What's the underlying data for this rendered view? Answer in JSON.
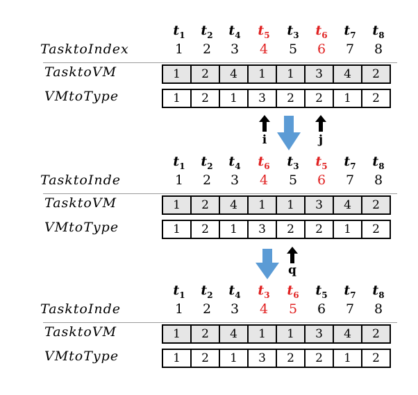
{
  "blocks": [
    {
      "tasks": [
        {
          "name": "t",
          "sub": "1",
          "red": false
        },
        {
          "name": "t",
          "sub": "2",
          "red": false
        },
        {
          "name": "t",
          "sub": "4",
          "red": false
        },
        {
          "name": "t",
          "sub": "5",
          "red": true
        },
        {
          "name": "t",
          "sub": "3",
          "red": false
        },
        {
          "name": "t",
          "sub": "6",
          "red": true
        },
        {
          "name": "t",
          "sub": "7",
          "red": false
        },
        {
          "name": "t",
          "sub": "8",
          "red": false
        }
      ],
      "index_label": "TasktoIndex",
      "indices": [
        {
          "v": "1",
          "red": false
        },
        {
          "v": "2",
          "red": false
        },
        {
          "v": "3",
          "red": false
        },
        {
          "v": "4",
          "red": true
        },
        {
          "v": "5",
          "red": false
        },
        {
          "v": "6",
          "red": true
        },
        {
          "v": "7",
          "red": false
        },
        {
          "v": "8",
          "red": false
        }
      ],
      "vm_label": "TasktoVM",
      "vm": [
        "1",
        "2",
        "4",
        "1",
        "1",
        "3",
        "4",
        "2"
      ],
      "type_label": "VMtoType",
      "type": [
        "1",
        "2",
        "1",
        "3",
        "2",
        "2",
        "1",
        "2"
      ]
    },
    {
      "tasks": [
        {
          "name": "t",
          "sub": "1",
          "red": false
        },
        {
          "name": "t",
          "sub": "2",
          "red": false
        },
        {
          "name": "t",
          "sub": "4",
          "red": false
        },
        {
          "name": "t",
          "sub": "6",
          "red": true
        },
        {
          "name": "t",
          "sub": "3",
          "red": false
        },
        {
          "name": "t",
          "sub": "5",
          "red": true
        },
        {
          "name": "t",
          "sub": "7",
          "red": false
        },
        {
          "name": "t",
          "sub": "8",
          "red": false
        }
      ],
      "index_label": "TasktoInde",
      "indices": [
        {
          "v": "1",
          "red": false
        },
        {
          "v": "2",
          "red": false
        },
        {
          "v": "3",
          "red": false
        },
        {
          "v": "4",
          "red": true
        },
        {
          "v": "5",
          "red": false
        },
        {
          "v": "6",
          "red": true
        },
        {
          "v": "7",
          "red": false
        },
        {
          "v": "8",
          "red": false
        }
      ],
      "vm_label": "TasktoVM",
      "vm": [
        "1",
        "2",
        "4",
        "1",
        "1",
        "3",
        "4",
        "2"
      ],
      "type_label": "VMtoType",
      "type": [
        "1",
        "2",
        "1",
        "3",
        "2",
        "2",
        "1",
        "2"
      ]
    },
    {
      "tasks": [
        {
          "name": "t",
          "sub": "1",
          "red": false
        },
        {
          "name": "t",
          "sub": "2",
          "red": false
        },
        {
          "name": "t",
          "sub": "4",
          "red": false
        },
        {
          "name": "t",
          "sub": "3",
          "red": true
        },
        {
          "name": "t",
          "sub": "6",
          "red": true
        },
        {
          "name": "t",
          "sub": "5",
          "red": false
        },
        {
          "name": "t",
          "sub": "7",
          "red": false
        },
        {
          "name": "t",
          "sub": "8",
          "red": false
        }
      ],
      "index_label": "TasktoInde",
      "indices": [
        {
          "v": "1",
          "red": false
        },
        {
          "v": "2",
          "red": false
        },
        {
          "v": "3",
          "red": false
        },
        {
          "v": "4",
          "red": true
        },
        {
          "v": "5",
          "red": true
        },
        {
          "v": "6",
          "red": false
        },
        {
          "v": "7",
          "red": false
        },
        {
          "v": "8",
          "red": false
        }
      ],
      "vm_label": "TasktoVM",
      "vm": [
        "1",
        "2",
        "4",
        "1",
        "1",
        "3",
        "4",
        "2"
      ],
      "type_label": "VMtoType",
      "type": [
        "1",
        "2",
        "1",
        "3",
        "2",
        "2",
        "1",
        "2"
      ]
    }
  ],
  "pointers": {
    "i": "i",
    "j": "j",
    "q": "q"
  },
  "colors": {
    "highlight": "#e02020",
    "flow_arrow": "#5b9bd5",
    "cell_fill": "#e6e6e6"
  }
}
